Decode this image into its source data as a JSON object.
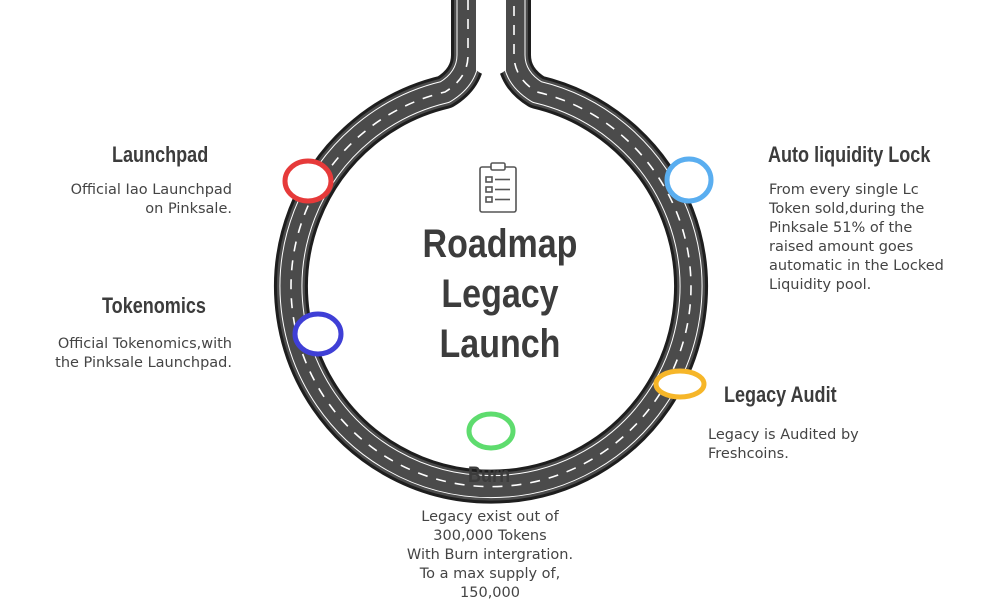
{
  "diagram": {
    "title_line1": "Roadmap",
    "title_line2": "Legacy Launch",
    "center_icon": "clipboard-checklist-icon"
  },
  "milestones": [
    {
      "id": "launchpad",
      "title": "Launchpad",
      "body": [
        "Official Iao Launchpad",
        "on Pinksale."
      ],
      "marker_color": "#e63a3a"
    },
    {
      "id": "tokenomics",
      "title": "Tokenomics",
      "body": [
        "Official Tokenomics,with",
        "the Pinksale Launchpad."
      ],
      "marker_color": "#3f3fd6"
    },
    {
      "id": "burn",
      "title": "Burn",
      "body": [
        "Legacy exist out of",
        "300,000 Tokens",
        "With Burn intergration.",
        "To a max supply of,",
        "150,000"
      ],
      "marker_color": "#5edc6e"
    },
    {
      "id": "audit",
      "title": "Legacy Audit",
      "body": [
        "Legacy is Audited by",
        "Freshcoins."
      ],
      "marker_color": "#f6b629"
    },
    {
      "id": "liquidity",
      "title": "Auto liquidity Lock",
      "body": [
        "From every single Lc",
        "Token sold,during the",
        "Pinksale 51% of the",
        "raised amount goes",
        "automatic in the Locked",
        "Liquidity pool."
      ],
      "marker_color": "#5aaef0"
    }
  ]
}
